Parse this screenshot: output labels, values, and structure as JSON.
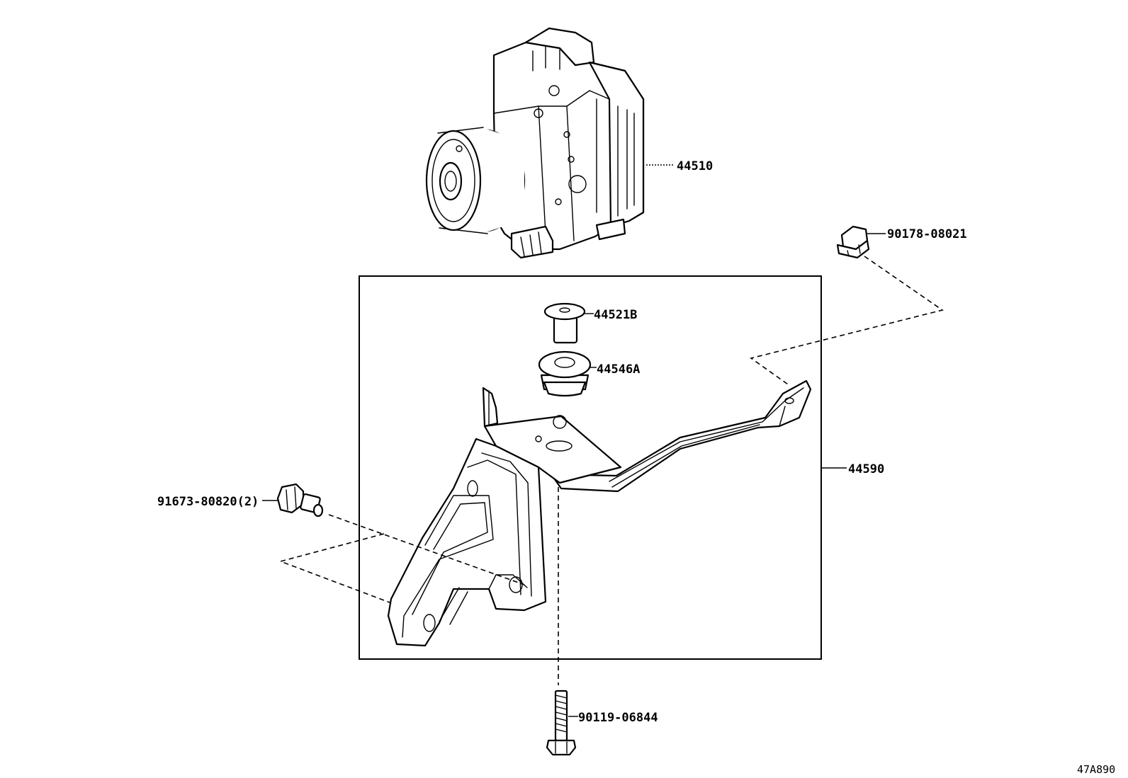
{
  "labels": {
    "abs_actuator": "44510",
    "nut": "90178-08021",
    "collar": "44521B",
    "cushion": "44546A",
    "bracket_assy": "44590",
    "bolt_side": "91673-80820(2)",
    "bolt_bottom": "90119-06844"
  },
  "figure_ref": "47A890"
}
